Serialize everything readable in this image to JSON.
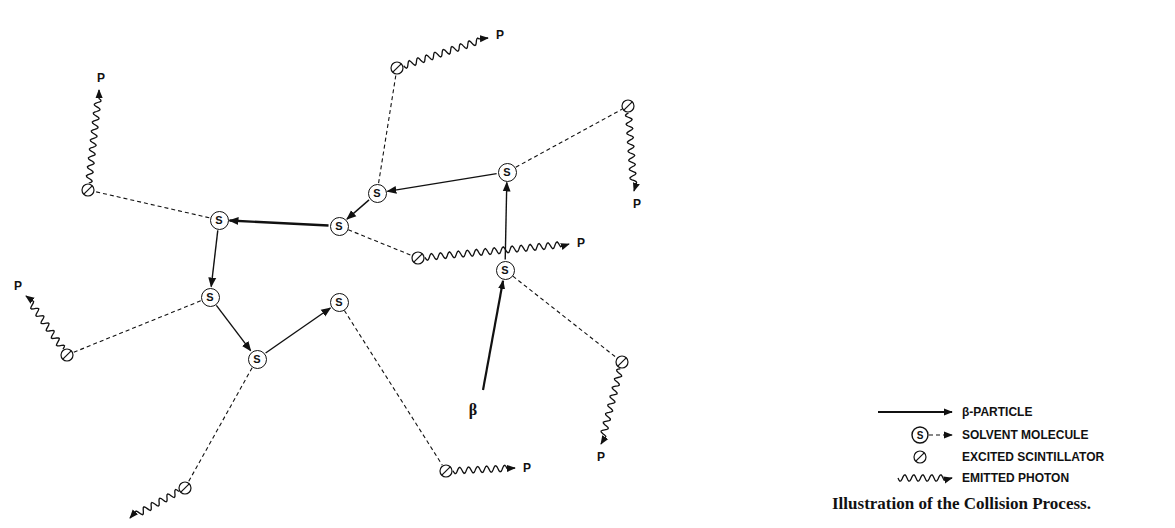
{
  "diagram": {
    "caption": "Illustration of the Collision Process.",
    "nodes": [
      {
        "text": [
          "S"
        ]
      },
      {
        "text": [
          "S"
        ]
      },
      {
        "text": [
          "S"
        ]
      },
      {
        "text": [
          "S"
        ]
      },
      {
        "text": [
          "S"
        ]
      },
      {
        "text": [
          "S"
        ]
      },
      {
        "text": [
          "S"
        ]
      },
      {
        "text": [
          "S"
        ]
      }
    ],
    "edges": [
      {
        "from": 0,
        "to": 1,
        "arrow": "to"
      },
      {
        "from": 1,
        "to": 2,
        "arrow": "to"
      },
      {
        "from": 2,
        "to": 3,
        "arrow": "to"
      },
      {
        "from": 3,
        "to": 4,
        "arrow": "to"
      },
      {
        "from": 4,
        "to": 5,
        "arrow": "to"
      },
      {
        "from": 5,
        "to": 6,
        "arrow": "to"
      },
      {
        "from": 6,
        "to": 7,
        "arrow": "to"
      }
    ],
    "labels": [
      "P",
      "P",
      "P",
      "P",
      "P",
      "P",
      "P",
      "β",
      "S"
    ],
    "legend": [
      {
        "text": "β-PARTICLE"
      },
      {
        "text": "SOLVENT MOLECULE"
      },
      {
        "text": "EXCITED SCINTILLATOR"
      },
      {
        "text": "EMITTED PHOTON"
      }
    ]
  }
}
